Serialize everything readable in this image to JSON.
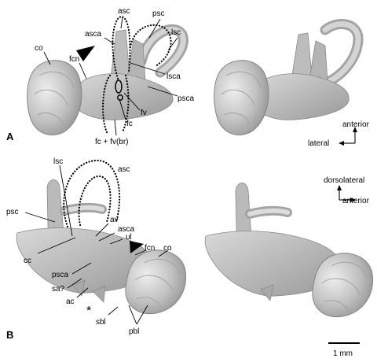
{
  "panels": {
    "a": "A",
    "b": "B"
  },
  "labels_a": {
    "asc": "asc",
    "psc": "psc",
    "lsc": "lsc",
    "asca": "asca",
    "co": "co",
    "fcn": "fcn",
    "lsca": "lsca",
    "psca": "psca",
    "fv": "fv",
    "fc": "fc",
    "fc_fv": "fc + fv(br)"
  },
  "labels_b": {
    "lsc": "lsc",
    "asc": "asc",
    "psc": "psc",
    "av": "av",
    "asca": "asca",
    "ul": "ul",
    "cc": "cc",
    "fcn": "fcn",
    "co": "co",
    "psca": "psca",
    "sa": "sa?",
    "ac": "ac",
    "star": "*",
    "sbl": "sbl",
    "pbl": "pbl"
  },
  "orientation_a": {
    "up": "anterior",
    "left": "lateral"
  },
  "orientation_b": {
    "up": "dorsolateral",
    "right": "anterior"
  },
  "scale_bar": {
    "label": "1 mm"
  },
  "colors": {
    "model_fill": "#c4c4c4",
    "model_edge": "#8a8a8a",
    "highlight": "#ececec",
    "shadow": "#9a9a9a"
  }
}
